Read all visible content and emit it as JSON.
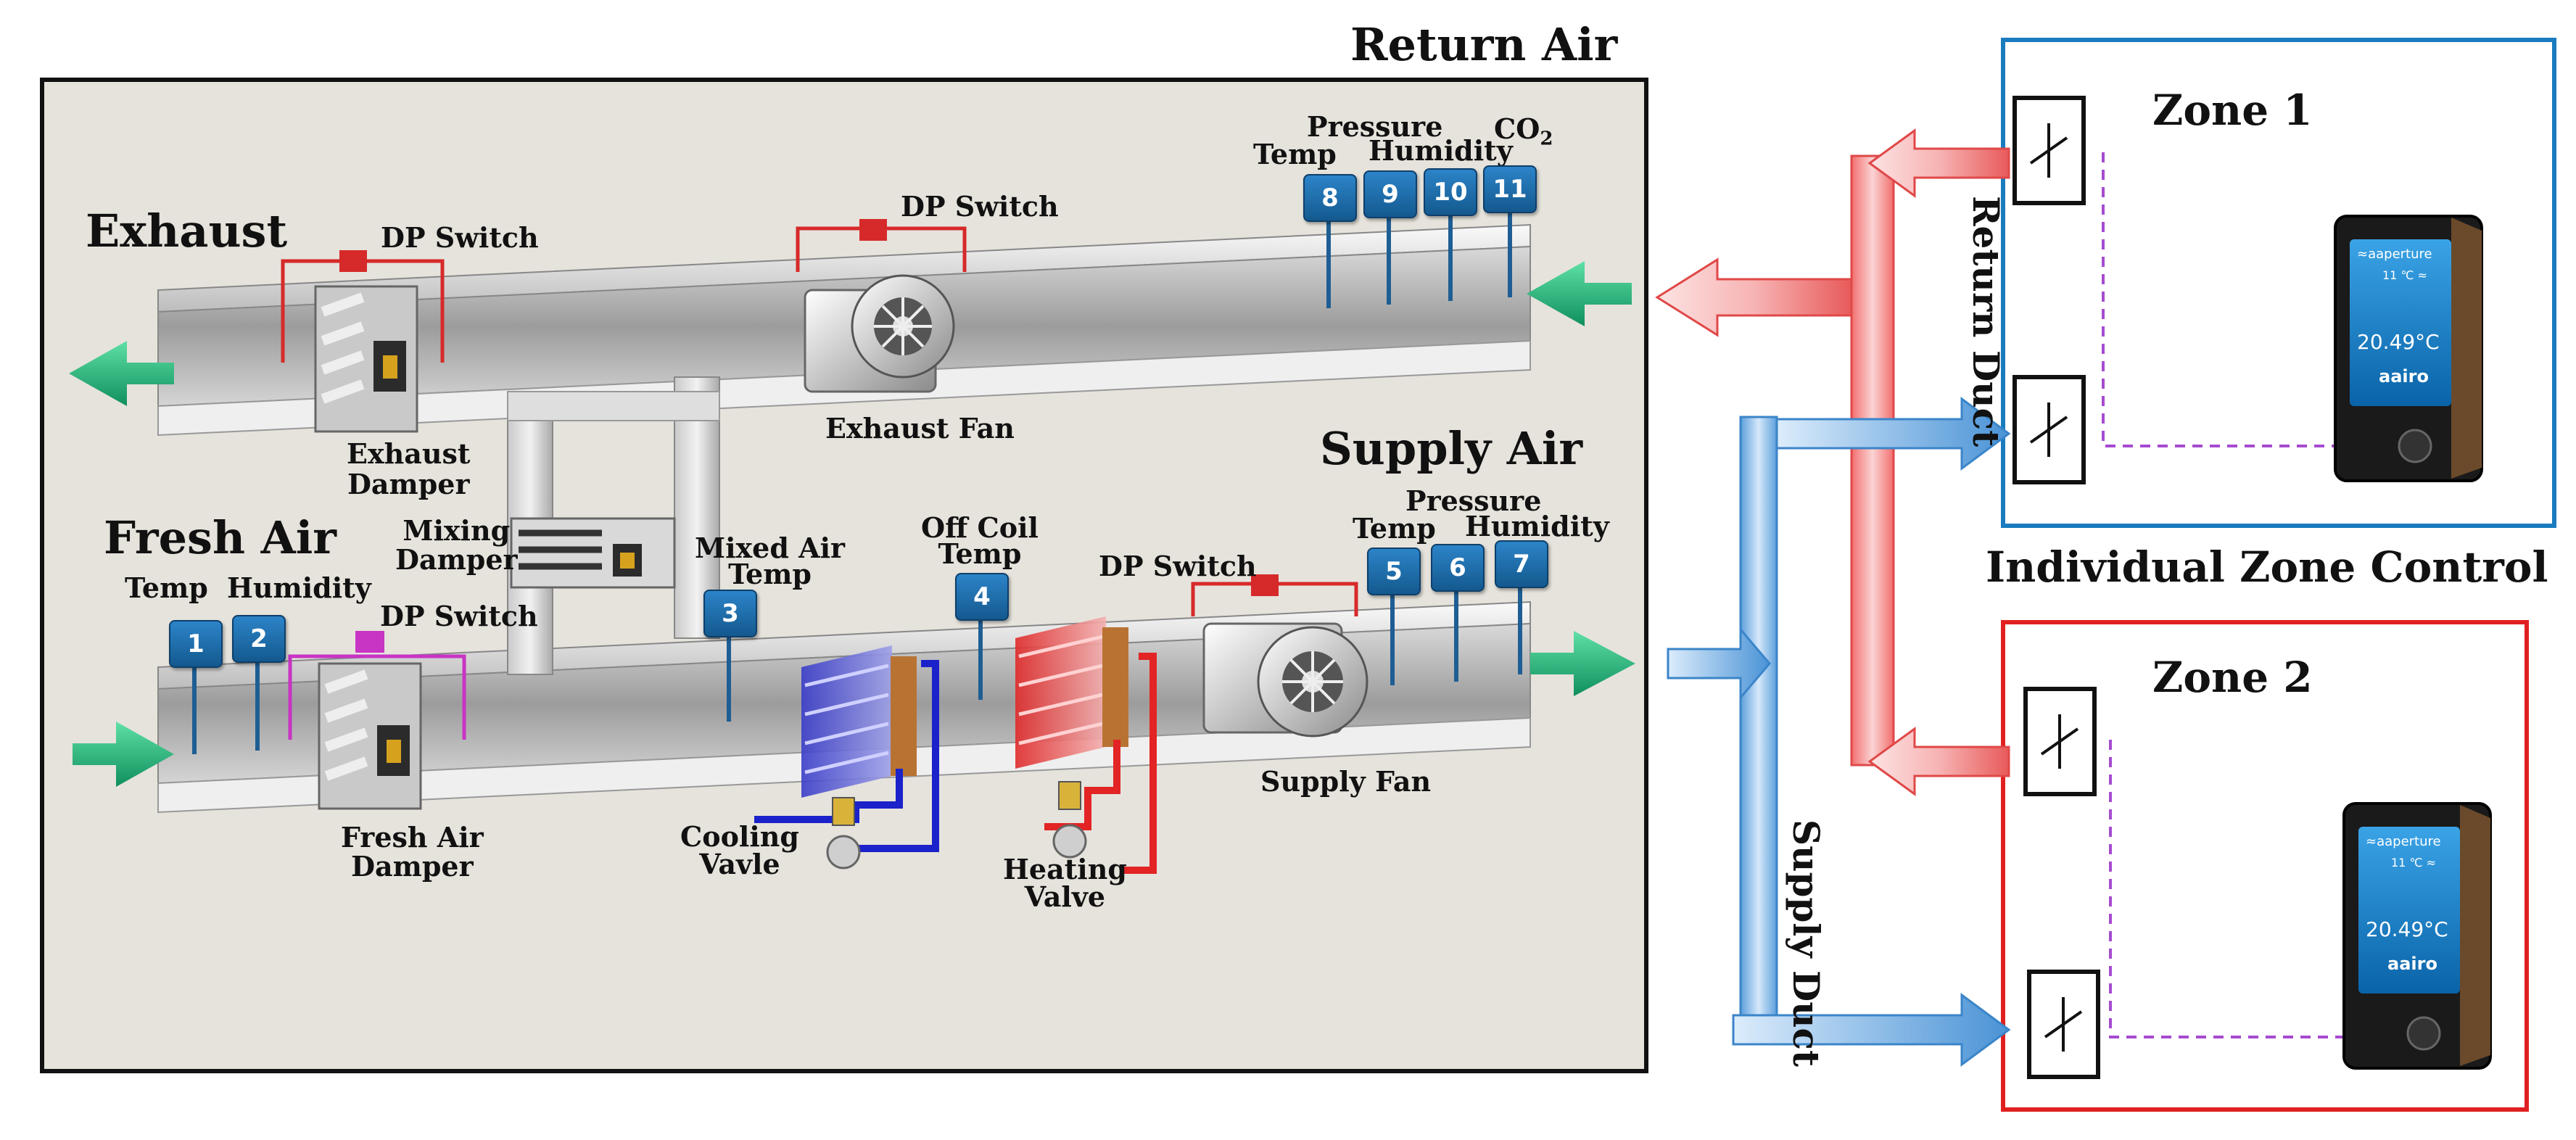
{
  "title": "Return Air",
  "zones": {
    "zone1": "Zone 1",
    "zone2": "Zone 2",
    "control": "Individual Zone Control",
    "return_duct": "Return Duct",
    "supply_duct": "Supply Duct"
  },
  "sections": {
    "exhaust": "Exhaust",
    "fresh_air": "Fresh Air",
    "supply_air": "Supply Air"
  },
  "components": {
    "dp_switch": "DP Switch",
    "exhaust_damper": [
      "Exhaust",
      "Damper"
    ],
    "exhaust_fan": "Exhaust Fan",
    "mixing_damper": [
      "Mixing",
      "Damper"
    ],
    "fresh_air_damper": [
      "Fresh Air",
      "Damper"
    ],
    "mixed_air_temp": [
      "Mixed Air",
      "Temp"
    ],
    "off_coil_temp": [
      "Off Coil",
      "Temp"
    ],
    "cooling_valve": [
      "Cooling",
      "Vavle"
    ],
    "heating_valve": [
      "Heating",
      "Valve"
    ],
    "supply_fan": "Supply Fan"
  },
  "sensor_labels": {
    "temp": "Temp",
    "humidity": "Humidity",
    "pressure": "Pressure",
    "co2": "CO",
    "co2_sub": "2"
  },
  "sensors": [
    "1",
    "2",
    "3",
    "4",
    "5",
    "6",
    "7",
    "8",
    "9",
    "10",
    "11"
  ],
  "thermostat": {
    "brand": "aairo",
    "reading": "20.49°C",
    "header": "≈aaperture",
    "sub": "11 ℃ ≈"
  },
  "colors": {
    "frame": "#111111",
    "panel_bg": "#e6e3dc",
    "zone1_border": "#1a7bbf",
    "zone2_border": "#e02020",
    "return_arrow": "#f08a8a",
    "supply_arrow": "#7fb4e3",
    "airflow_arrow": "#1fb07a",
    "sensor_badge": "#1e6fb0"
  }
}
